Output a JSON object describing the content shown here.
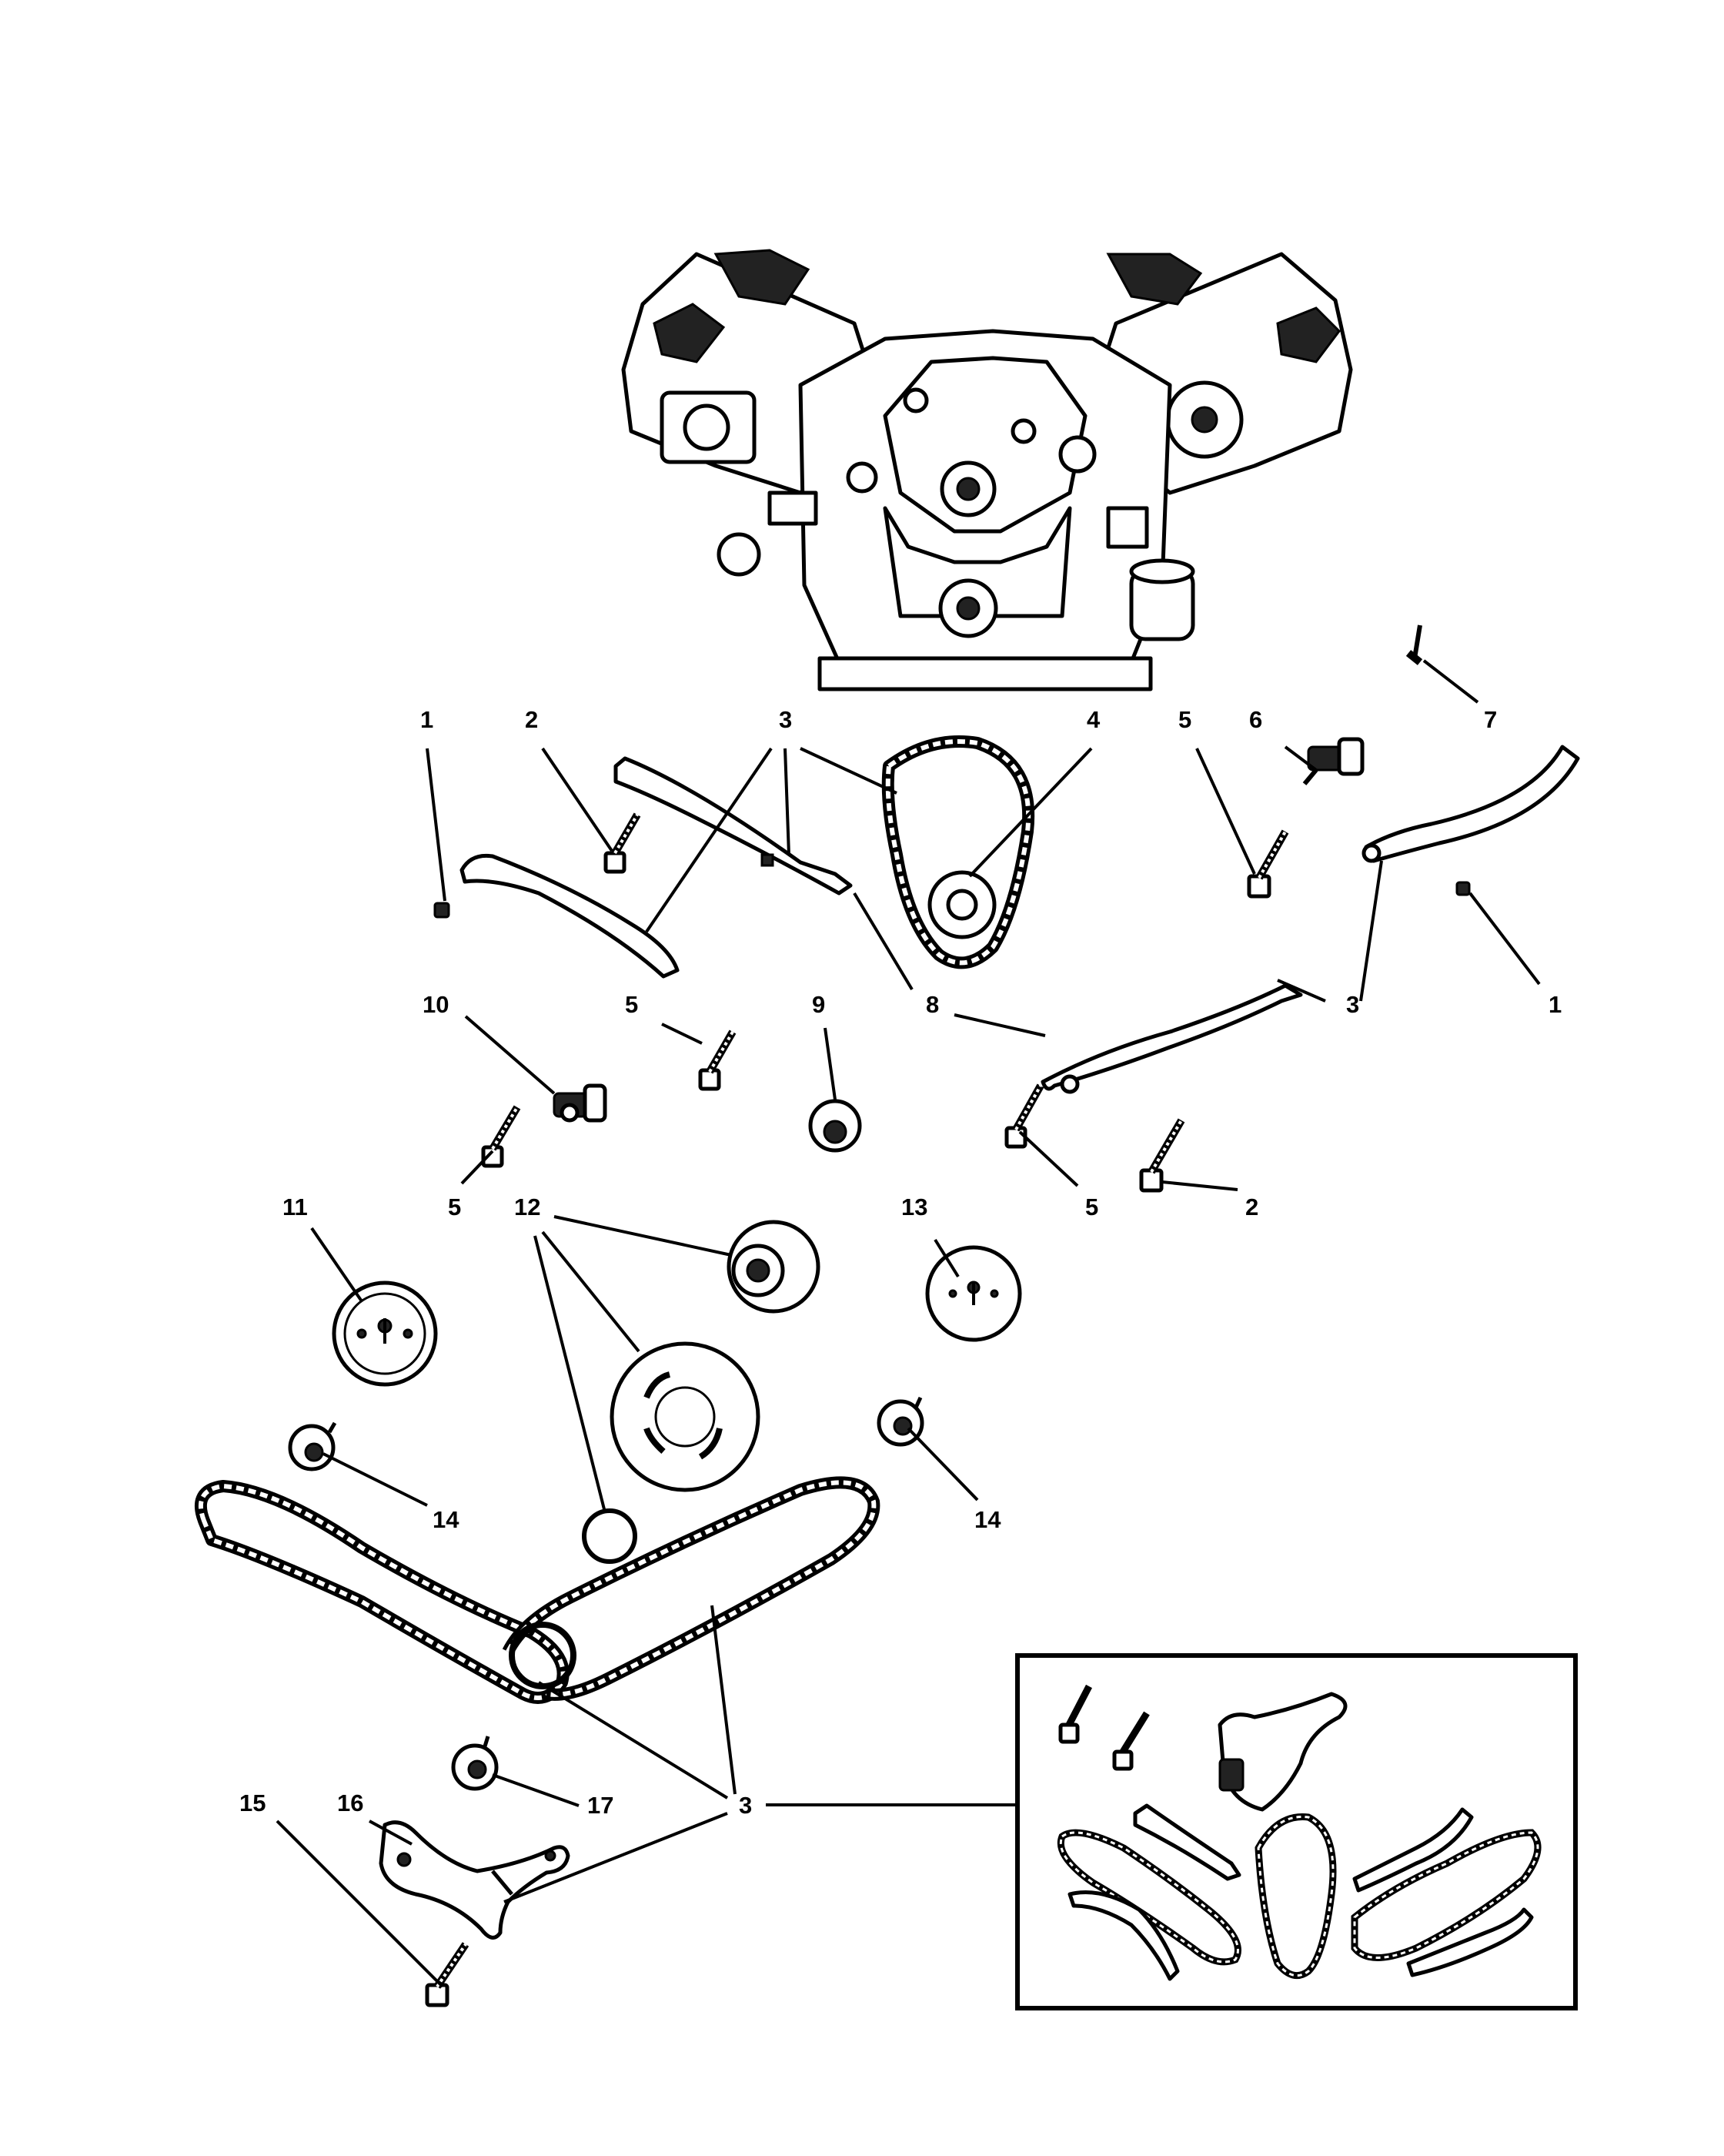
{
  "callouts": {
    "c1a": "1",
    "c2a": "2",
    "c3a": "3",
    "c4": "4",
    "c5a": "5",
    "c6": "6",
    "c7": "7",
    "c10": "10",
    "c5b": "5",
    "c9": "9",
    "c8": "8",
    "c3b": "3",
    "c1b": "1",
    "c5c": "5",
    "c5d": "5",
    "c2b": "2",
    "c11": "11",
    "c12": "12",
    "c13": "13",
    "c14a": "14",
    "c14b": "14",
    "c17": "17",
    "c3c": "3",
    "c15": "15",
    "c16": "16"
  },
  "icons": {
    "engine": "engine-block-icon",
    "inset": "timing-kit-inset"
  }
}
